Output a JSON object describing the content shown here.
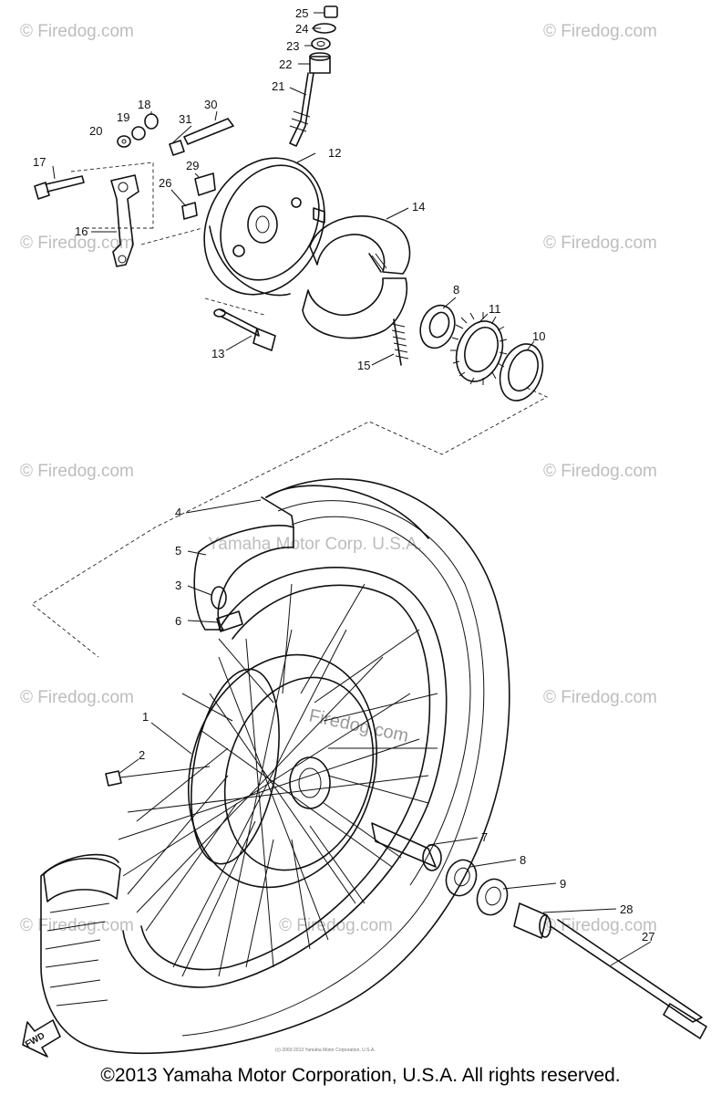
{
  "watermark": {
    "text": "© Firedog.com",
    "center_text": "Firedog.com",
    "manufacturer_text": "Yamaha Motor Corp. U.S.A.",
    "small_credit": "(c) 2003-2013 Yamaha Motor Corporation, U.S.A."
  },
  "fwd_label": "FWD",
  "copyright": "©2013 Yamaha Motor Corporation, U.S.A. All rights reserved.",
  "callouts": [
    {
      "id": "25",
      "label": "25"
    },
    {
      "id": "24",
      "label": "24"
    },
    {
      "id": "23",
      "label": "23"
    },
    {
      "id": "22",
      "label": "22"
    },
    {
      "id": "21",
      "label": "21"
    },
    {
      "id": "18",
      "label": "18"
    },
    {
      "id": "19",
      "label": "19"
    },
    {
      "id": "20",
      "label": "20"
    },
    {
      "id": "31",
      "label": "31"
    },
    {
      "id": "30",
      "label": "30"
    },
    {
      "id": "12",
      "label": "12"
    },
    {
      "id": "17",
      "label": "17"
    },
    {
      "id": "29",
      "label": "29"
    },
    {
      "id": "26",
      "label": "26"
    },
    {
      "id": "14",
      "label": "14"
    },
    {
      "id": "16",
      "label": "16"
    },
    {
      "id": "8a",
      "label": "8"
    },
    {
      "id": "11",
      "label": "11"
    },
    {
      "id": "10",
      "label": "10"
    },
    {
      "id": "13",
      "label": "13"
    },
    {
      "id": "15",
      "label": "15"
    },
    {
      "id": "4",
      "label": "4"
    },
    {
      "id": "5",
      "label": "5"
    },
    {
      "id": "3",
      "label": "3"
    },
    {
      "id": "6",
      "label": "6"
    },
    {
      "id": "1",
      "label": "1"
    },
    {
      "id": "2",
      "label": "2"
    },
    {
      "id": "7",
      "label": "7"
    },
    {
      "id": "8b",
      "label": "8"
    },
    {
      "id": "9",
      "label": "9"
    },
    {
      "id": "28",
      "label": "28"
    },
    {
      "id": "27",
      "label": "27"
    }
  ]
}
